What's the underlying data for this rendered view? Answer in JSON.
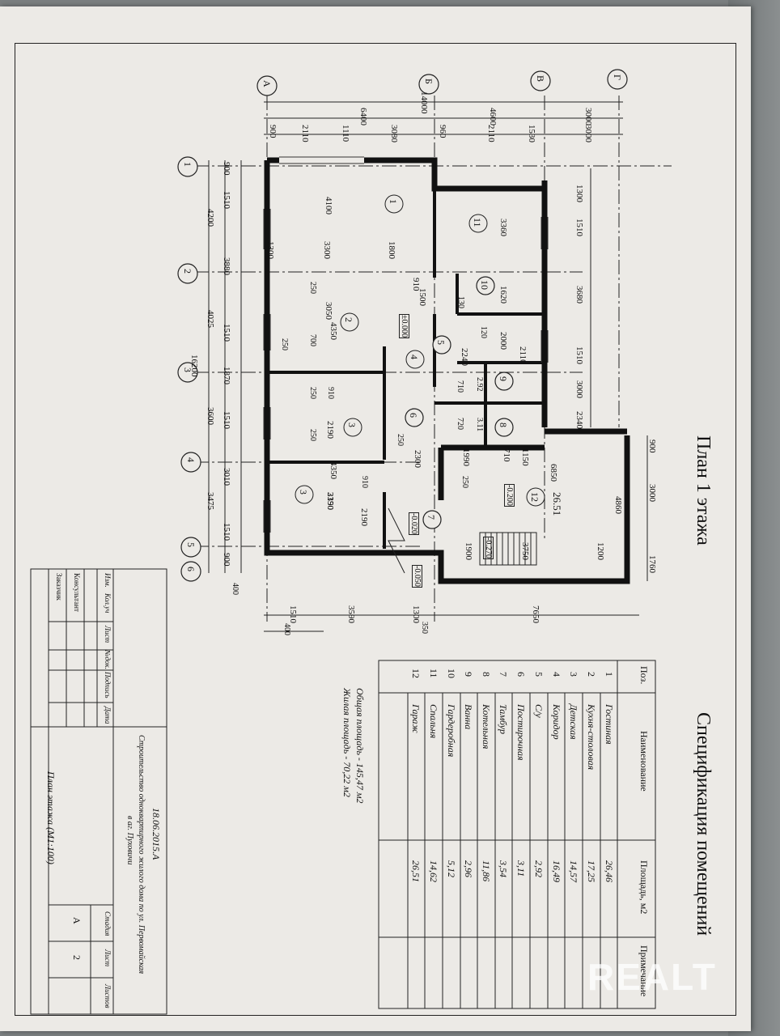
{
  "plan_title": "План 1 этажа",
  "spec_title": "Спецификация помещений",
  "spec_headers": [
    "Поз.",
    "Наименование",
    "Площадь, м2",
    "Примечание"
  ],
  "rooms": [
    {
      "pos": "1",
      "name": "Гостиная",
      "area": "26,46"
    },
    {
      "pos": "2",
      "name": "Кухня-столовая",
      "area": "17,25"
    },
    {
      "pos": "3",
      "name": "Детская",
      "area": "14,57"
    },
    {
      "pos": "4",
      "name": "Коридор",
      "area": "16,49"
    },
    {
      "pos": "5",
      "name": "С/у",
      "area": "2,92"
    },
    {
      "pos": "6",
      "name": "Постирочная",
      "area": "3,11"
    },
    {
      "pos": "7",
      "name": "Тамбур",
      "area": "3,54"
    },
    {
      "pos": "8",
      "name": "Котельная",
      "area": "11,86"
    },
    {
      "pos": "9",
      "name": "Ванна",
      "area": "2,96"
    },
    {
      "pos": "10",
      "name": "Гардеробная",
      "area": "5,12"
    },
    {
      "pos": "11",
      "name": "Спальня",
      "area": "14,62"
    },
    {
      "pos": "12",
      "name": "Гараж",
      "area": "26,51"
    }
  ],
  "total_area": "Общая площадь - 145,47 м2",
  "living_area": "Жилая площадь - 70,22 м2",
  "stamp": {
    "date": "18.06.2015.А",
    "project": "Строительство одноквартирного жилого дома по ул. Первомайская",
    "place": "в аг. Пуховичи",
    "sheet_title": "План этажа (М1:100)",
    "roles": [
      "Консультант",
      "Заказчик"
    ],
    "cols": [
      "Изм.",
      "Кол.уч",
      "Лист",
      "№док.",
      "Подпись",
      "Дата"
    ],
    "stage_label": "Стадия",
    "sheet_label": "Лист",
    "sheets_label": "Листов",
    "stage": "А",
    "sheet": "2"
  },
  "axes_letters": [
    "А",
    "Б",
    "В",
    "Г"
  ],
  "axes_numbers": [
    "1",
    "2",
    "3",
    "4",
    "5",
    "6"
  ],
  "dims_top_total": "14000",
  "dims_top_mid": [
    "6400",
    "4600",
    "3000"
  ],
  "dims_top_fine": [
    "900",
    "2110",
    "1110",
    "3080",
    "960",
    "2110",
    "1530",
    "3000"
  ],
  "dims_left_total": "16200",
  "dims_left_mid": [
    "4200",
    "4025",
    "3600",
    "3475"
  ],
  "dims_left_fine": [
    "900",
    "1510",
    "3880",
    "1510",
    "1870",
    "1510",
    "3010",
    "1510",
    "900"
  ],
  "dims_bottom": [
    "1510",
    "3590",
    "1300",
    "7650"
  ],
  "dims_bottom_small": [
    "400",
    "350",
    "400"
  ],
  "dims_right": [
    "1300",
    "1510",
    "3680",
    "1510",
    "3000",
    "2340",
    "900",
    "3000",
    "4860",
    "1760"
  ],
  "room_dims": [
    "4100",
    "1300",
    "3300",
    "1800",
    "3360",
    "1620",
    "910",
    "1500",
    "2000",
    "2110",
    "2240",
    "130",
    "120",
    "250",
    "700",
    "4350",
    "3050",
    "250",
    "910",
    "250",
    "2190",
    "250",
    "2190",
    "4350",
    "910",
    "3350",
    "2190",
    "2300",
    "250",
    "2.92",
    "3.11",
    "710",
    "720",
    "1990",
    "710",
    "1150",
    "6850",
    "250",
    "1900",
    "3750",
    "1200"
  ],
  "room_labels": [
    "1",
    "2",
    "3",
    "3",
    "4",
    "5",
    "6",
    "7",
    "8",
    "9",
    "10",
    "11",
    "12"
  ],
  "garage_area": "26.51",
  "levels": [
    "±0.000",
    "-0.200",
    "-0.020",
    "-0.050",
    "-0.270"
  ],
  "watermark": "REALT"
}
